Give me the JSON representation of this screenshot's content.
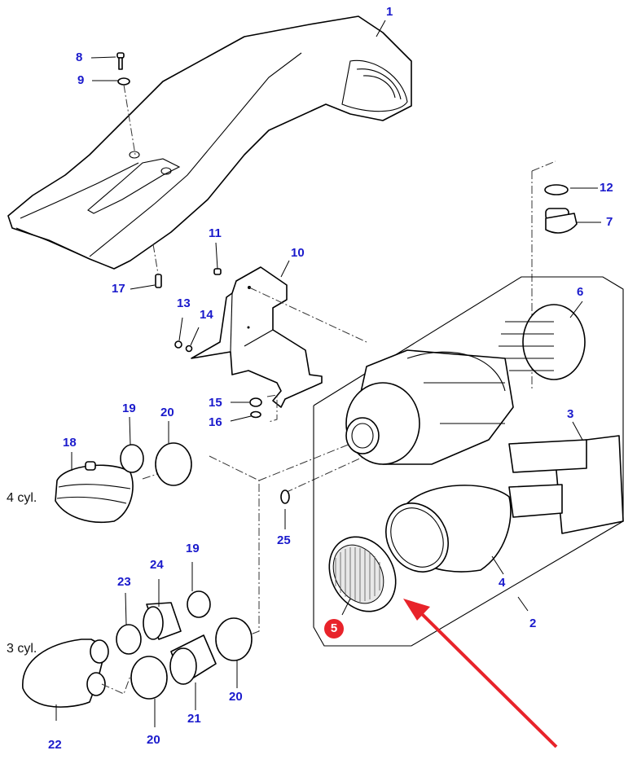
{
  "title": "Air intake and air filter assembly - exploded parts diagram",
  "colors": {
    "label": "#1a1acc",
    "highlight": "#e8232a",
    "arrow": "#e8232a",
    "line": "#000000"
  },
  "highlighted_part": "5",
  "labels": {
    "p1": "1",
    "p2": "2",
    "p3": "3",
    "p4": "4",
    "p5": "5",
    "p6": "6",
    "p7": "7",
    "p8": "8",
    "p9": "9",
    "p10": "10",
    "p11": "11",
    "p12": "12",
    "p13": "13",
    "p14": "14",
    "p15": "15",
    "p16": "16",
    "p17": "17",
    "p18": "18",
    "p19a": "19",
    "p20a": "20",
    "p19b": "19",
    "p20b": "20",
    "p20c": "20",
    "p21": "21",
    "p22": "22",
    "p23": "23",
    "p24": "24",
    "p25": "25"
  },
  "variants": {
    "four_cyl": "4 cyl.",
    "three_cyl": "3 cyl."
  }
}
